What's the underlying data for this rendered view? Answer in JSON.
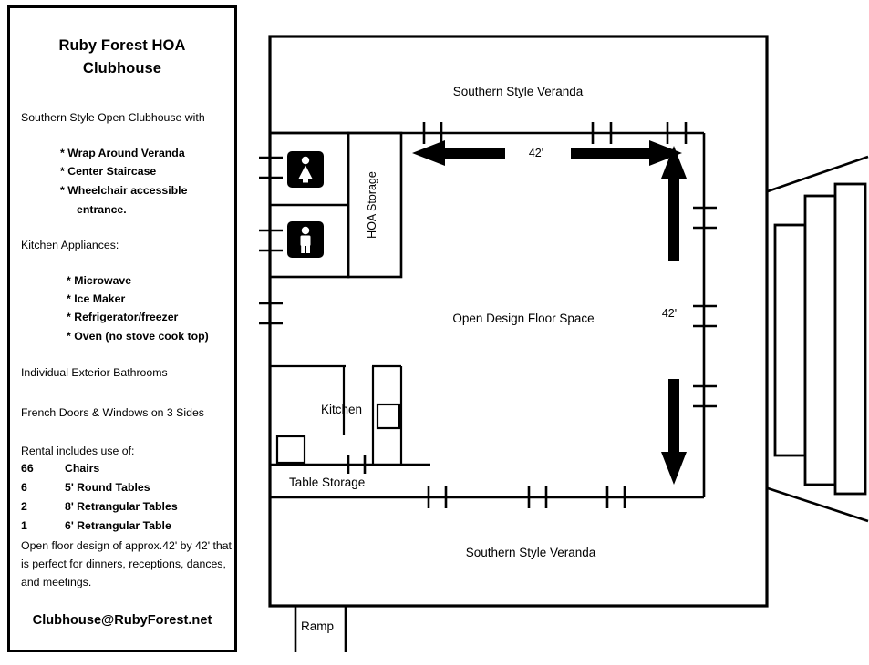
{
  "info_panel": {
    "title_line1": "Ruby Forest HOA",
    "title_line2": "Clubhouse",
    "intro": "Southern Style Open Clubhouse with",
    "features": [
      "* Wrap Around Veranda",
      "* Center Staircase",
      "* Wheelchair accessible",
      "entrance."
    ],
    "kitchen_heading": "Kitchen Appliances:",
    "appliances": [
      "* Microwave",
      "* Ice Maker",
      "* Refrigerator/freezer",
      "* Oven (no stove cook top)"
    ],
    "bathrooms_line": "Individual Exterior Bathrooms",
    "doors_line": "French Doors & Windows on 3 Sides",
    "rental_heading": "Rental includes use of:",
    "rental_items": [
      {
        "qty": "66",
        "item": "Chairs"
      },
      {
        "qty": "6",
        "item": "5' Round Tables"
      },
      {
        "qty": "2",
        "item": "8' Retrangular Tables"
      },
      {
        "qty": "1",
        "item": "6' Retrangular Table"
      }
    ],
    "closing_text": "Open floor design of approx.42' by 42' that is perfect for dinners, receptions, dances, and meetings.",
    "email": "Clubhouse@RubyForest.net"
  },
  "floorplan": {
    "veranda_top_label": "Southern Style Veranda",
    "veranda_bottom_label": "Southern Style Veranda",
    "open_space_label": "Open Design Floor Space",
    "hoa_storage_label": "HOA Storage",
    "kitchen_label": "Kitchen",
    "table_storage_label": "Table Storage",
    "ramp_label": "Ramp",
    "dimension_horizontal": "42'",
    "dimension_vertical": "42'",
    "womens_restroom_sign": "womens-restroom-sign",
    "mens_restroom_sign": "mens-restroom-sign",
    "staircase_name": "center-staircase",
    "line_color": "#000000",
    "fill_color": "#ffffff"
  }
}
